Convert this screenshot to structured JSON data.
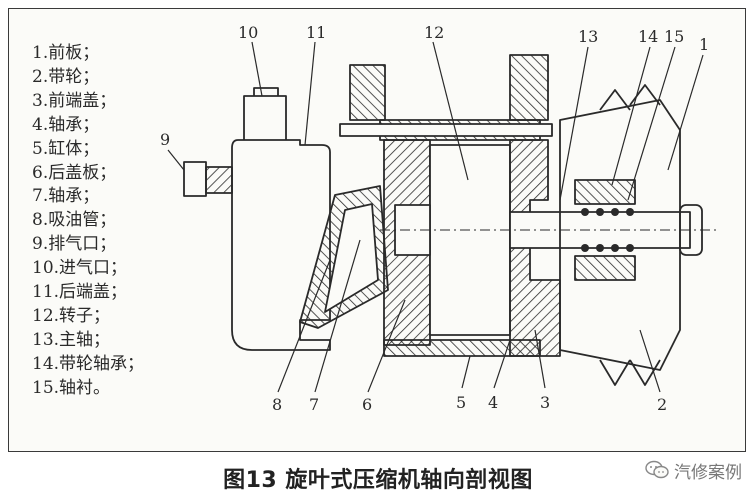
{
  "legend": [
    "1.前板；",
    "2.带轮；",
    "3.前端盖；",
    "4.轴承；",
    "5.缸体；",
    "6.后盖板；",
    "7.轴承；",
    "8.吸油管；",
    "9.排气口；",
    "10.进气口；",
    "11.后端盖；",
    "12.转子；",
    "13.主轴；",
    "14.带轮轴承；",
    "15.轴衬。"
  ],
  "callouts": {
    "c1": "1",
    "c2": "2",
    "c3": "3",
    "c4": "4",
    "c5": "5",
    "c6": "6",
    "c7": "7",
    "c8": "8",
    "c9": "9",
    "c10": "10",
    "c11": "11",
    "c12": "12",
    "c13": "13",
    "c14": "14",
    "c15": "15"
  },
  "caption": "图13 旋叶式压缩机轴向剖视图",
  "watermark": "汽修案例",
  "colors": {
    "ink": "#2a2a2a",
    "paper": "#fbfbf8",
    "frame": "#3a3a3a"
  },
  "icons": {
    "watermark_logo": "wechat-icon"
  }
}
